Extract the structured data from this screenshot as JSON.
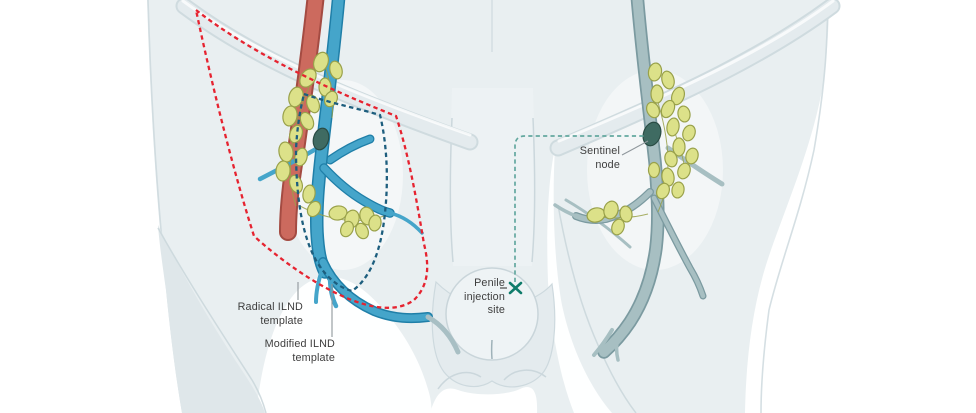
{
  "labels": {
    "radical_template": [
      "Radical ILND",
      "template"
    ],
    "modified_template": [
      "Modified ILND",
      "template"
    ],
    "sentinel_node": [
      "Sentinel",
      "node"
    ],
    "penile_injection_site": [
      "Penile",
      "injection",
      "site"
    ]
  },
  "colors": {
    "artery": "#cc6a5e",
    "arteryEdge": "#a44b42",
    "vein": "#45a5ca",
    "veinEdge": "#1f7fa8",
    "mutedVessel": "#a7bfc2",
    "mutedVesselEdge": "#7b9aa0",
    "lymphNode": "#dce189",
    "lymphNodeEdge": "#99a14a",
    "sentinelNode": "#3f6b62",
    "sentinelNodeEdge": "#2a4c44",
    "radicalTemplate": "#e62330",
    "modifiedTemplate": "#1d5e7e",
    "drainagePath": "#63a89f",
    "injectionMark": "#0f7c6b",
    "bodyFill": "#e9eff1",
    "bodyShade": "#dfe7ea",
    "creaseLine": "#cbd7dc",
    "ligament": "#e4ebee",
    "ligamentEdge": "#cfdbdf",
    "labelText": "#3e3e3e",
    "pointerLine": "#8f979c"
  }
}
